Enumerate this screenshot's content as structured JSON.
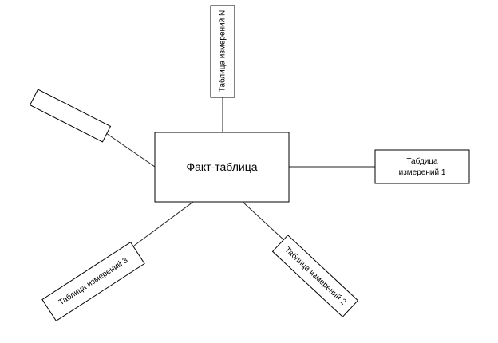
{
  "diagram": {
    "fact_table": {
      "label": "Факт-таблица"
    },
    "dimensions": {
      "dim_n": {
        "label": "Таблица измерений N"
      },
      "dim_1": {
        "line1": "Табдица",
        "line2": "измерений 1"
      },
      "dim_2": {
        "label": "Таблица измерений 2"
      },
      "dim_3": {
        "label": "Таблица измерений 3"
      },
      "dim_unlabeled": {
        "label": ""
      }
    }
  }
}
